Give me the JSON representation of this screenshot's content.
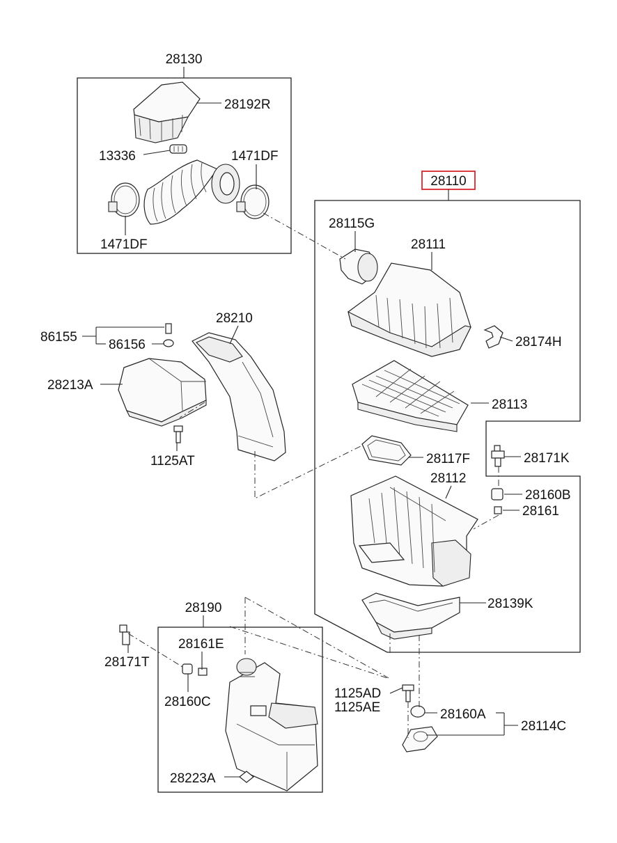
{
  "diagram": {
    "highlighted_part": "28110",
    "parts": {
      "p28130": "28130",
      "p28192R": "28192R",
      "p13336": "13336",
      "p1471DF_a": "1471DF",
      "p1471DF_b": "1471DF",
      "p28110": "28110",
      "p28115G": "28115G",
      "p28111": "28111",
      "p28174H": "28174H",
      "p86155": "86155",
      "p86156": "86156",
      "p28210": "28210",
      "p28213A": "28213A",
      "p28113": "28113",
      "p1125AT": "1125AT",
      "p28117F": "28117F",
      "p28171K": "28171K",
      "p28112": "28112",
      "p28160B": "28160B",
      "p28161": "28161",
      "p28139K": "28139K",
      "p28190": "28190",
      "p28161E": "28161E",
      "p28171T": "28171T",
      "p28160C": "28160C",
      "p1125AD": "1125AD",
      "p1125AE": "1125AE",
      "p28160A": "28160A",
      "p28114C": "28114C",
      "p28223A": "28223A"
    },
    "colors": {
      "line": "#222222",
      "highlight": "#d8262e",
      "background": "#ffffff"
    }
  }
}
